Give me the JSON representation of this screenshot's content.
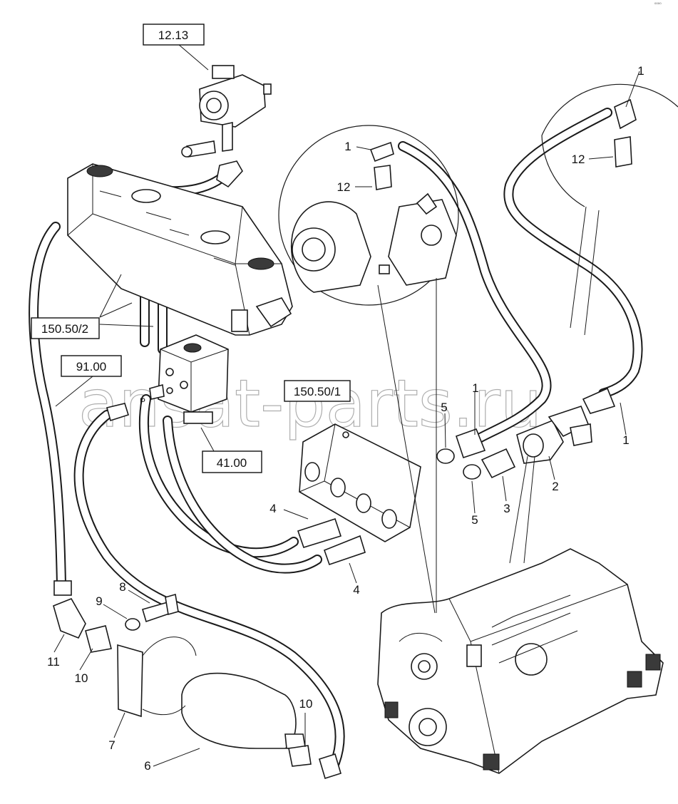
{
  "watermark": "ansat-parts.ru",
  "corner_mark": "⁰⁰⁰⁰",
  "references": {
    "ref_12_13": "12.13",
    "ref_150_50_2": "150.50/2",
    "ref_91_00": "91.00",
    "ref_150_50_1": "150.50/1",
    "ref_41_00": "41.00"
  },
  "callouts": {
    "c1_detail_left": "1",
    "c12_detail_left": "12",
    "c1_detail_right": "1",
    "c12_detail_right": "12",
    "c1_center": "1",
    "c1_right": "1",
    "c2": "2",
    "c3": "3",
    "c5_upper": "5",
    "c5_lower": "5",
    "c4_upper": "4",
    "c4_lower": "4",
    "c8": "8",
    "c9": "9",
    "c10_left": "10",
    "c10_right": "10",
    "c11": "11",
    "c7": "7",
    "c6": "6",
    "port_p": "P"
  },
  "icons": {
    "valve_cover": "valve-cover-icon",
    "pump": "compressor-pump-icon",
    "valve_block": "hydraulic-valve-block-icon",
    "manifold": "manifold-plate-icon",
    "accumulator": "accumulator-icon",
    "engine": "engine-icon"
  }
}
